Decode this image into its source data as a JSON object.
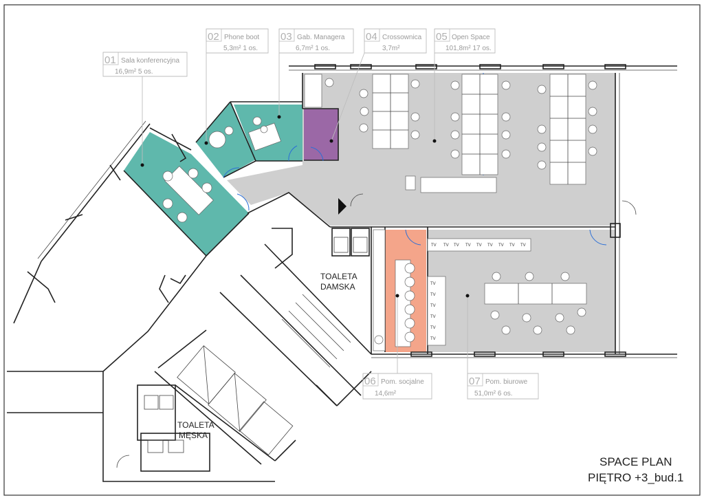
{
  "rooms": [
    {
      "number": "01",
      "name": "Sala konferencyjna",
      "value": "16,9m² 5 os.",
      "color": "#5fb8ac"
    },
    {
      "number": "02",
      "name": "Phone boot",
      "value": "5,3m² 1 os.",
      "color": "#5fb8ac"
    },
    {
      "number": "03",
      "name": "Gab. Managera",
      "value": "6,7m² 1 os.",
      "color": "#5fb8ac"
    },
    {
      "number": "04",
      "name": "Crossownica",
      "value": "3,7m²",
      "color": "#9b68a6"
    },
    {
      "number": "05",
      "name": "Open Space",
      "value": "101,8m² 17 os.",
      "color": "#cfcfcf"
    },
    {
      "number": "06",
      "name": "Pom. socjalne",
      "value": "14,6m²",
      "color": "#f4a58a"
    },
    {
      "number": "07",
      "name": "Pom. biurowe",
      "value": "51,0m² 6 os.",
      "color": "#cfcfcf"
    }
  ],
  "toilets": {
    "women_line1": "TOALETA",
    "women_line2": "DAMSKA",
    "men_line1": "TOALETA",
    "men_line2": "MĘSKA"
  },
  "tv_label": "TV",
  "title": {
    "line1": "SPACE PLAN",
    "line2": "PIĘTRO +3_bud.1"
  }
}
